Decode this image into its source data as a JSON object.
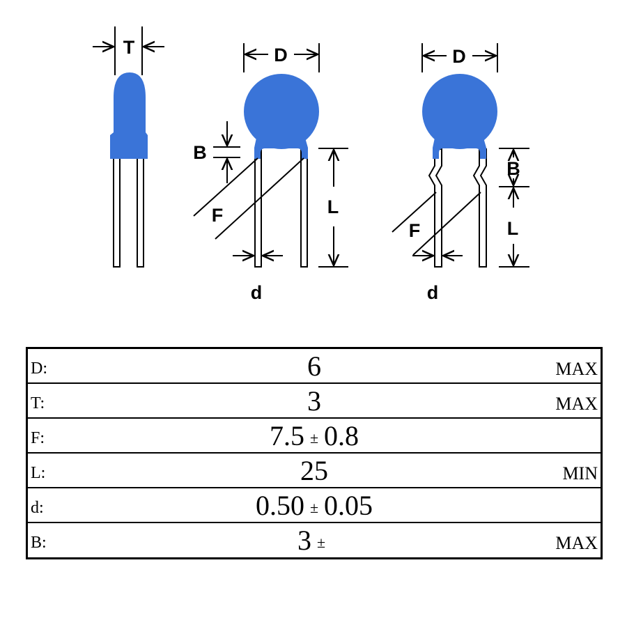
{
  "diagram": {
    "labels": {
      "T": "T",
      "D1": "D",
      "D2": "D",
      "B1": "B",
      "B2": "B",
      "F1": "F",
      "F2": "F",
      "L1": "L",
      "L2": "L",
      "d1": "d",
      "d2": "d"
    },
    "colors": {
      "body": "#3a74d8",
      "lead": "#ffffff",
      "line": "#000000"
    }
  },
  "table": {
    "rows": [
      {
        "param": "D:",
        "nominal": "6",
        "pm": "",
        "tol": "",
        "limit": "MAX"
      },
      {
        "param": "T:",
        "nominal": "3",
        "pm": "",
        "tol": "",
        "limit": "MAX"
      },
      {
        "param": "F:",
        "nominal": "7.5",
        "pm": "±",
        "tol": "0.8",
        "limit": ""
      },
      {
        "param": "L:",
        "nominal": "25",
        "pm": "",
        "tol": "",
        "limit": "MIN"
      },
      {
        "param": "d:",
        "nominal": "0.50",
        "pm": "±",
        "tol": "0.05",
        "limit": ""
      },
      {
        "param": "B:",
        "nominal": "3",
        "pm": "±",
        "tol": "",
        "limit": "MAX"
      }
    ]
  }
}
